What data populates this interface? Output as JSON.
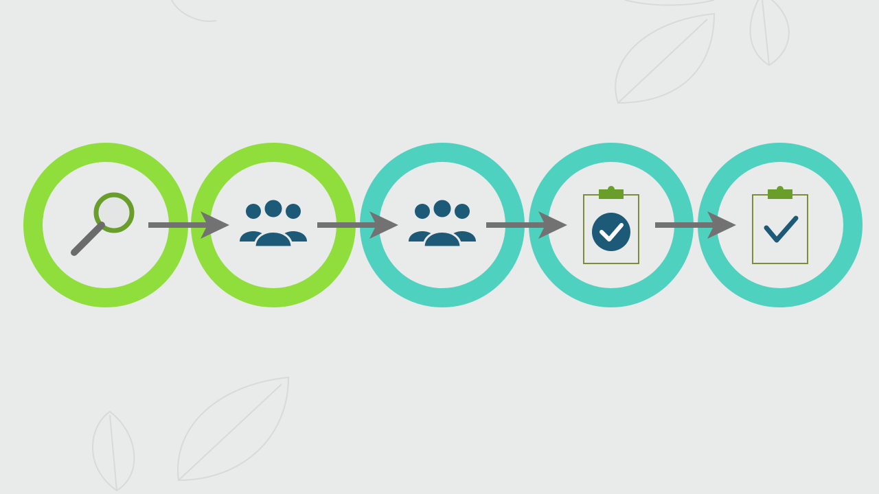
{
  "colors": {
    "background": "#e9eaea",
    "green_ring": "#8fde3c",
    "teal_ring": "#4fd1bf",
    "icon_blue": "#1d5a78",
    "icon_green": "#6a9e2a",
    "clipboard_outline": "#7d8b3a",
    "arrow_gray": "#727272",
    "handle_gray": "#6b6b6b",
    "leaf_outline": "#d4d6d6"
  },
  "steps": [
    {
      "id": "search",
      "ring": "green",
      "icon": "magnifying-glass-icon"
    },
    {
      "id": "group-1",
      "ring": "green",
      "icon": "people-group-icon"
    },
    {
      "id": "group-2",
      "ring": "teal",
      "icon": "people-group-icon"
    },
    {
      "id": "approved-1",
      "ring": "teal",
      "icon": "clipboard-check-circle-icon"
    },
    {
      "id": "approved-2",
      "ring": "teal",
      "icon": "clipboard-check-icon"
    }
  ],
  "connectors": [
    {
      "icon": "arrow-right-icon"
    },
    {
      "icon": "arrow-right-icon"
    },
    {
      "icon": "arrow-right-icon"
    },
    {
      "icon": "arrow-right-icon"
    }
  ],
  "background_decoration": "leaf-outline-icon"
}
